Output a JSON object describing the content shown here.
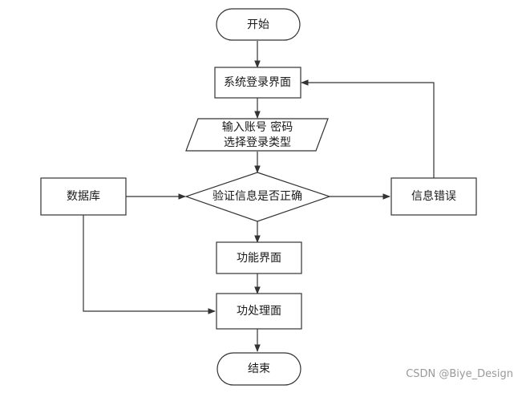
{
  "nodes": {
    "start": "开始",
    "login_page": "系统登录界面",
    "input_line1": "输入账号 密码",
    "input_line2": "选择登录类型",
    "verify": "验证信息是否正确",
    "database": "数据库",
    "error": "信息错误",
    "function_page": "功能界面",
    "process": "功处理面",
    "end": "结束"
  },
  "watermark": "CSDN @Biye_Design"
}
